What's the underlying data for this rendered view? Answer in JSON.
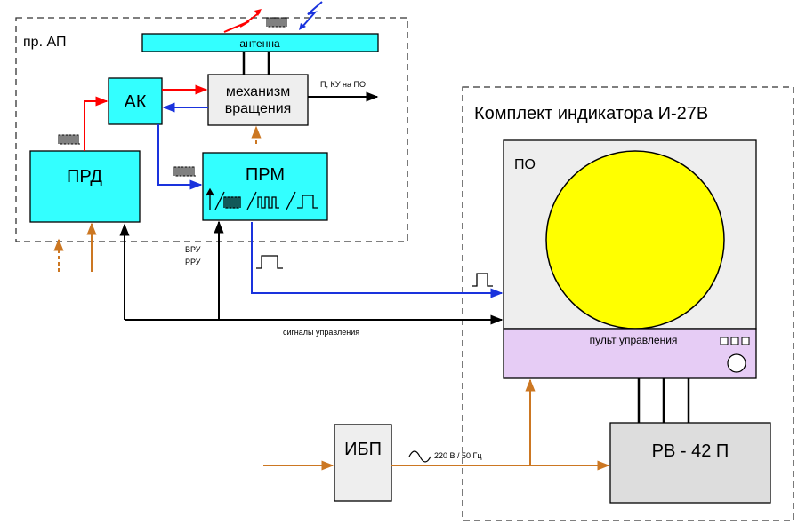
{
  "labels": {
    "ap_group": "пр. АП",
    "antenna": "антенна",
    "ak": "АК",
    "mechanism_line1": "механизм",
    "mechanism_line2": "вращения",
    "p_ku": "П, КУ на ПО",
    "prd": "ПРД",
    "prm": "ПРМ",
    "vru": "ВРУ",
    "rru": "РРУ",
    "control_signals": "сигналы управления",
    "indicator_group": "Комплект индикатора  И-27В",
    "po": "ПО",
    "control_panel": "пульт управления",
    "ibp": "ИБП",
    "power": "220 В / 50 Гц",
    "rv": "РВ - 42 П"
  },
  "colors": {
    "box_cyan": "#33ffff",
    "box_gray": "#eeeeee",
    "box_gray_dark": "#dddddd",
    "panel_lilac": "#e6ccf5",
    "screen_yellow": "#ffff00",
    "red_signal": "#ff0000",
    "blue_signal": "#1a33dd",
    "power_orange": "#cc7722",
    "black": "#000000"
  }
}
